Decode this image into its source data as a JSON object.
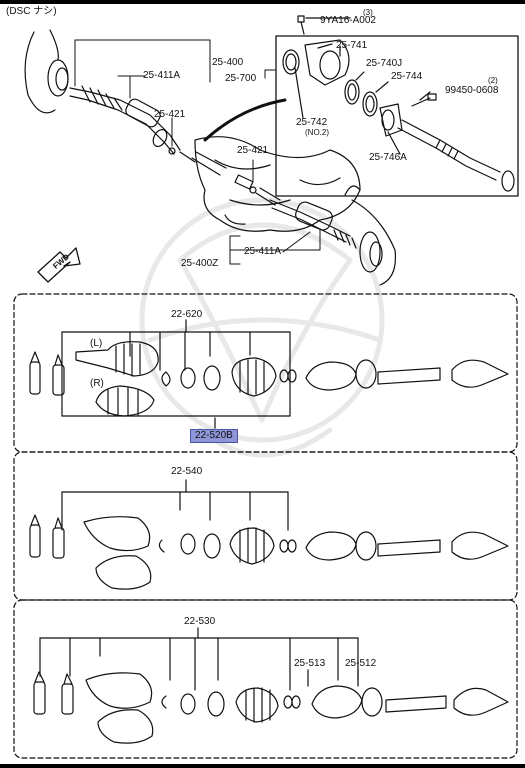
{
  "header": {
    "note": "(DSC ナシ)"
  },
  "callouts": {
    "p_9ya16": "9YA16-A002",
    "q_9ya16": "(3)",
    "p_25741": "25-741",
    "p_25400": "25-400",
    "p_25411a_top": "25-411A",
    "p_25700": "25-700",
    "p_25740j": "25-740J",
    "p_25744": "25-744",
    "p_99450": "99450-0608",
    "q_99450": "(2)",
    "p_25421_a": "25-421",
    "p_25742": "25-742",
    "p_25742_note": "(NO.2)",
    "p_25746a": "25-746A",
    "p_25421_b": "25-421",
    "p_25411a_bot": "25-411A",
    "p_25400z": "25-400Z",
    "fwd": "FWD"
  },
  "sections": {
    "a": {
      "part": "22-620",
      "left": "(L)",
      "right": "(R)",
      "boot_kit": "22-520B"
    },
    "b": {
      "part": "22-540"
    },
    "c": {
      "part": "22-530",
      "sub1": "25-513",
      "sub2": "25-512"
    }
  }
}
